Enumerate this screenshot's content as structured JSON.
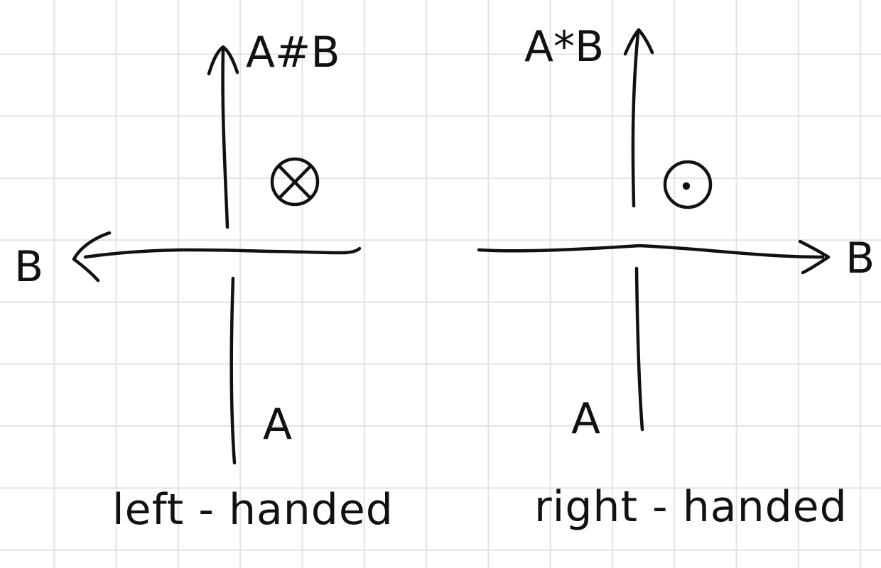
{
  "left_frame": {
    "up_label": "A#B",
    "left_label": "B",
    "down_label": "A",
    "symbol": "into-page-icon",
    "caption": "left - handed"
  },
  "right_frame": {
    "up_label": "A*B",
    "right_label": "B",
    "down_label": "A",
    "symbol": "out-of-page-icon",
    "caption": "right - handed"
  },
  "colors": {
    "ink": "#111111",
    "grid": "#e3e3e3",
    "paper": "#ffffff"
  }
}
